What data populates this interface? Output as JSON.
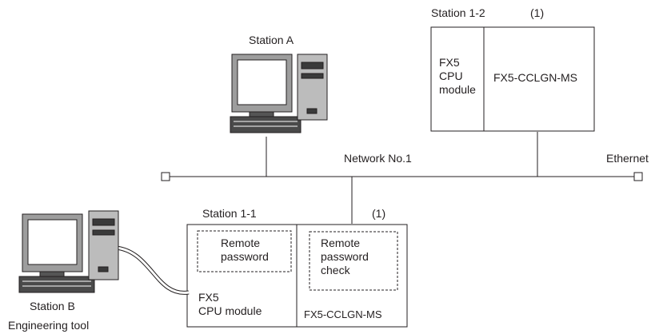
{
  "stations": {
    "station_1_2": {
      "title": "Station 1-2",
      "slot_note": "(1)",
      "cpu_line1": "FX5",
      "cpu_line2": "CPU",
      "cpu_line3": "module",
      "network_module": "FX5-CCLGN-MS"
    },
    "station_a": {
      "label": "Station A"
    },
    "station_1_1": {
      "title": "Station 1-1",
      "slot_note": "(1)",
      "remote_password_line1": "Remote",
      "remote_password_line2": "password",
      "remote_check_line1": "Remote",
      "remote_check_line2": "password",
      "remote_check_line3": "check",
      "cpu_line1": "FX5",
      "cpu_line2": "CPU module",
      "network_module": "FX5-CCLGN-MS"
    },
    "station_b": {
      "label": "Station B",
      "role": "Engineering tool"
    }
  },
  "network": {
    "label": "Network No.1",
    "ethernet_label": "Ethernet"
  }
}
